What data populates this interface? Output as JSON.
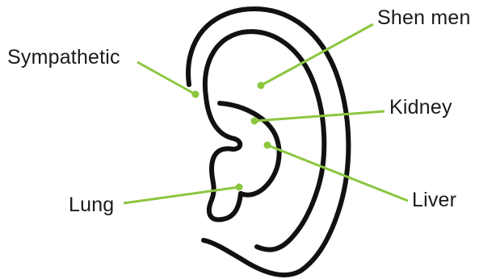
{
  "colors": {
    "outline": "#111111",
    "pointer": "#8cc63f",
    "label_text": "#1a1a1a"
  },
  "labels": {
    "shen_men": "Shen men",
    "sympathetic": "Sympathetic",
    "kidney": "Kidney",
    "lung": "Lung",
    "liver": "Liver"
  }
}
